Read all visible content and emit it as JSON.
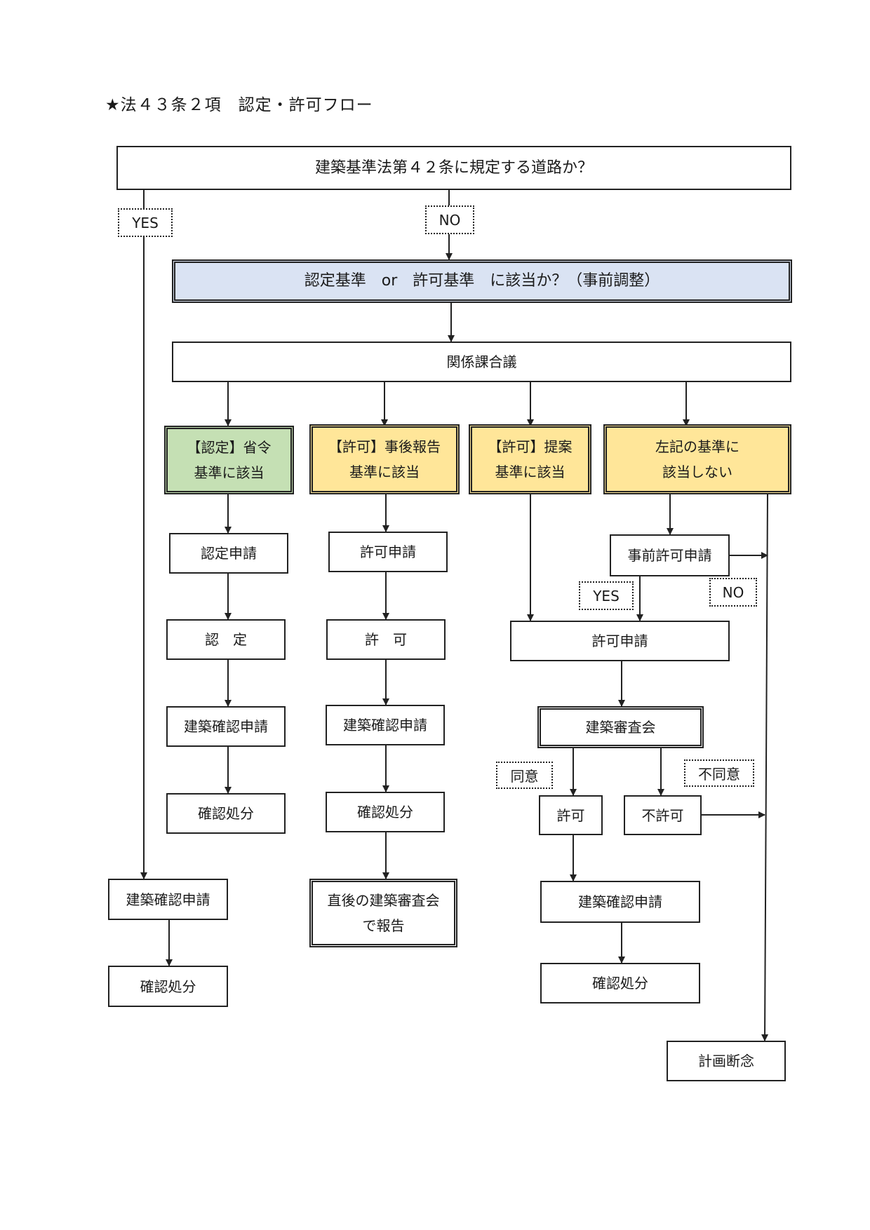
{
  "title": "★法４３条２項　認定・許可フロー",
  "nodes": {
    "top_question": "建築基準法第４２条に規定する道路か？",
    "label_yes_top": "YES",
    "label_no_top": "NO",
    "criteria_question": "認定基準　or　許可基準　に該当か？（事前調整）",
    "meeting": "関係課合議",
    "cat_ninte_line1": "【認定】省令",
    "cat_ninte_line2": "基準に該当",
    "cat_jigo_line1": "【許可】事後報告",
    "cat_jigo_line2": "基準に該当",
    "cat_teian_line1": "【許可】提案",
    "cat_teian_line2": "基準に該当",
    "cat_none_line1": "左記の基準に",
    "cat_none_line2": "該当しない",
    "col1_apply": "認定申請",
    "col1_result": "認　定",
    "col1_confirm_apply": "建築確認申請",
    "col1_disposal": "確認処分",
    "col2_apply": "許可申請",
    "col2_result": "許　可",
    "col2_confirm_apply": "建築確認申請",
    "col2_disposal": "確認処分",
    "col2_report_line1": "直後の建築審査会",
    "col2_report_line2": "で報告",
    "pre_permit_apply": "事前許可申請",
    "label_yes_pre": "YES",
    "label_no_pre": "NO",
    "col3_apply": "許可申請",
    "review_board": "建築審査会",
    "label_agree": "同意",
    "label_disagree": "不同意",
    "permit": "許可",
    "non_permit": "不許可",
    "col3_confirm_apply": "建築確認申請",
    "col3_disposal": "確認処分",
    "road_confirm_apply": "建築確認申請",
    "road_disposal": "確認処分",
    "plan_abandoned": "計画断念"
  },
  "colors": {
    "criteria": "#dae3f3",
    "ninte": "#c5e0b4",
    "kyoka": "#ffe699"
  }
}
